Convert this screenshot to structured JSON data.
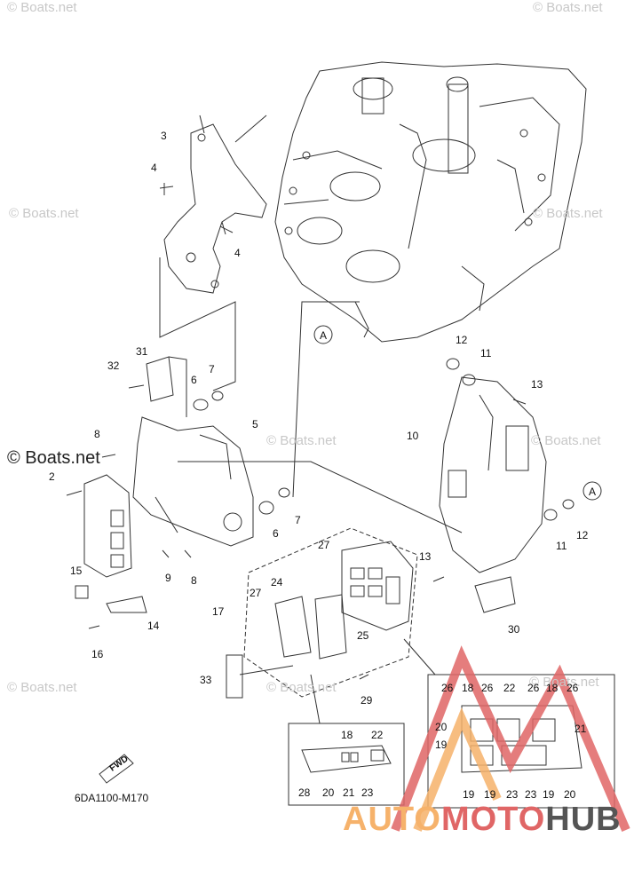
{
  "watermarks": {
    "top_left": "© Boats.net",
    "top_right": "© Boats.net",
    "left_mid": "© Boats.net",
    "right_mid": "© Boats.net",
    "center": "© Boats.net",
    "right_center": "© Boats.net",
    "bottom_left": "© Boats.net",
    "bottom_center": "© Boats.net",
    "bottom_right": "© Boats.net",
    "left_bold": "© Boats.net"
  },
  "reference_marks": {
    "a_top": "A",
    "a_right": "A"
  },
  "fwd_label": "FWD",
  "diagram_code": "6DA1100-M170",
  "logo": {
    "part1": "AUTO",
    "part2": "MOTO",
    "part3": "HUB",
    "color_auto": "#f6b26b",
    "color_moto": "#e06666",
    "color_hub": "#555555"
  },
  "callouts": {
    "c3": "3",
    "c4a": "4",
    "c4b": "4",
    "c31": "31",
    "c32": "32",
    "c6a": "6",
    "c7a": "7",
    "c5": "5",
    "c8a": "8",
    "c2": "2",
    "c9": "9",
    "c8b": "8",
    "c6b": "6",
    "c7b": "7",
    "c15": "15",
    "c14": "14",
    "c16": "16",
    "c17": "17",
    "c27a": "27",
    "c24": "24",
    "c27b": "27",
    "c25": "25",
    "c33": "33",
    "c29": "29",
    "c12a": "12",
    "c11a": "11",
    "c13a": "13",
    "c10": "10",
    "c12b": "12",
    "c11b": "11",
    "c13b": "13",
    "c30": "30",
    "i18": "18",
    "i22": "22",
    "i28": "28",
    "i20": "20",
    "i21": "21",
    "i23": "23",
    "r26a": "26",
    "r18a": "18",
    "r26b": "26",
    "r22": "22",
    "r26c": "26",
    "r18b": "18",
    "r26d": "26",
    "r20a": "20",
    "r21": "21",
    "r19a": "19",
    "r19b": "19",
    "r19c": "19",
    "r23a": "23",
    "r23b": "23",
    "r19d": "19",
    "r20b": "20"
  }
}
